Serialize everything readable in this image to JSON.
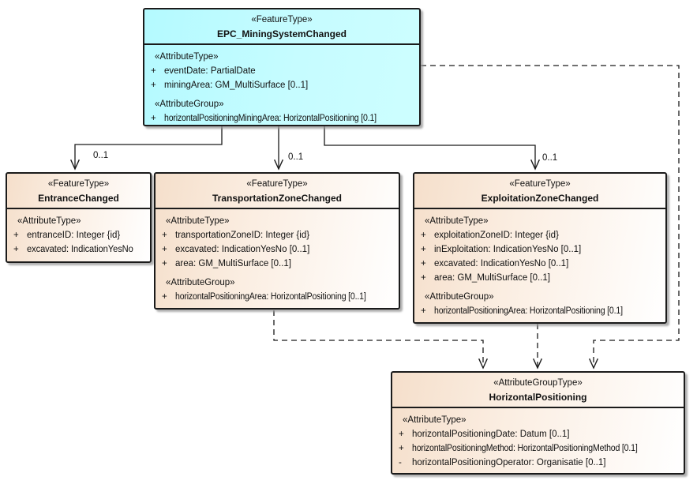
{
  "diagram": {
    "background_color": "#ffffff",
    "line_color": "#1a1a1a",
    "epc_fill_left": "#b4faff",
    "epc_fill_right": "#cdfeff",
    "feature_fill_left": "#f5dfcb",
    "feature_fill_right": "#ffffff"
  },
  "nodes": {
    "epc": {
      "stereotype": "«FeatureType»",
      "name": "EPC_MiningSystemChanged",
      "rows": [
        {
          "s": "«AttributeType»"
        },
        {
          "m": "+",
          "t": "eventDate: PartialDate"
        },
        {
          "m": "+",
          "t": "miningArea: GM_MultiSurface [0..1]"
        },
        {
          "s": "«AttributeGroup»"
        },
        {
          "m": "+",
          "t": "horizontalPositioningMiningArea: HorizontalPositioning [0.1]"
        }
      ]
    },
    "entrance": {
      "stereotype": "«FeatureType»",
      "name": "EntranceChanged",
      "rows": [
        {
          "s": "«AttributeType»"
        },
        {
          "m": "+",
          "t": "entranceID: Integer {id}"
        },
        {
          "m": "+",
          "t": "excavated: IndicationYesNo"
        }
      ]
    },
    "transportation": {
      "stereotype": "«FeatureType»",
      "name": "TransportationZoneChanged",
      "rows": [
        {
          "s": "«AttributeType»"
        },
        {
          "m": "+",
          "t": "transportationZoneID: Integer {id}"
        },
        {
          "m": "+",
          "t": "excavated: IndicationYesNo [0..1]"
        },
        {
          "m": "+",
          "t": "area: GM_MultiSurface [0..1]"
        },
        {
          "s": "«AttributeGroup»"
        },
        {
          "m": "+",
          "t": "horizontalPositioningArea: HorizontalPositioning [0..1]"
        }
      ]
    },
    "exploitation": {
      "stereotype": "«FeatureType»",
      "name": "ExploitationZoneChanged",
      "rows": [
        {
          "s": "«AttributeType»"
        },
        {
          "m": "+",
          "t": "exploitationZoneID: Integer {id}"
        },
        {
          "m": "+",
          "t": "inExploitation: IndicationYesNo [0..1]"
        },
        {
          "m": "+",
          "t": "excavated: IndicationYesNo [0..1]"
        },
        {
          "m": "+",
          "t": "area: GM_MultiSurface [0..1]"
        },
        {
          "s": "«AttributeGroup»"
        },
        {
          "m": "+",
          "t": "horizontalPositioningArea: HorizontalPositioning [0.1]"
        }
      ]
    },
    "horizontal": {
      "stereotype": "«AttributeGroupType»",
      "name": "HorizontalPositioning",
      "rows": [
        {
          "s": "«AttributeType»"
        },
        {
          "m": "+",
          "t": "horizontalPositioningDate: Datum [0..1]"
        },
        {
          "m": "+",
          "t": "horizontalPositioningMethod: HorizontalPositioningMethod [0.1]"
        },
        {
          "m": "-",
          "t": "horizontalPositioningOperator: Organisatie [0..1]"
        }
      ]
    }
  },
  "edges": [
    {
      "from": "EPC_MiningSystemChanged",
      "to": "EntranceChanged",
      "label": "0..1",
      "style": "solid"
    },
    {
      "from": "EPC_MiningSystemChanged",
      "to": "TransportationZoneChanged",
      "label": "0..1",
      "style": "solid"
    },
    {
      "from": "EPC_MiningSystemChanged",
      "to": "ExploitationZoneChanged",
      "label": "0..1",
      "style": "solid"
    },
    {
      "from": "EPC_MiningSystemChanged",
      "to": "HorizontalPositioning",
      "label": "",
      "style": "dashed"
    },
    {
      "from": "TransportationZoneChanged",
      "to": "HorizontalPositioning",
      "label": "",
      "style": "dashed"
    },
    {
      "from": "ExploitationZoneChanged",
      "to": "HorizontalPositioning",
      "label": "",
      "style": "dashed"
    }
  ]
}
